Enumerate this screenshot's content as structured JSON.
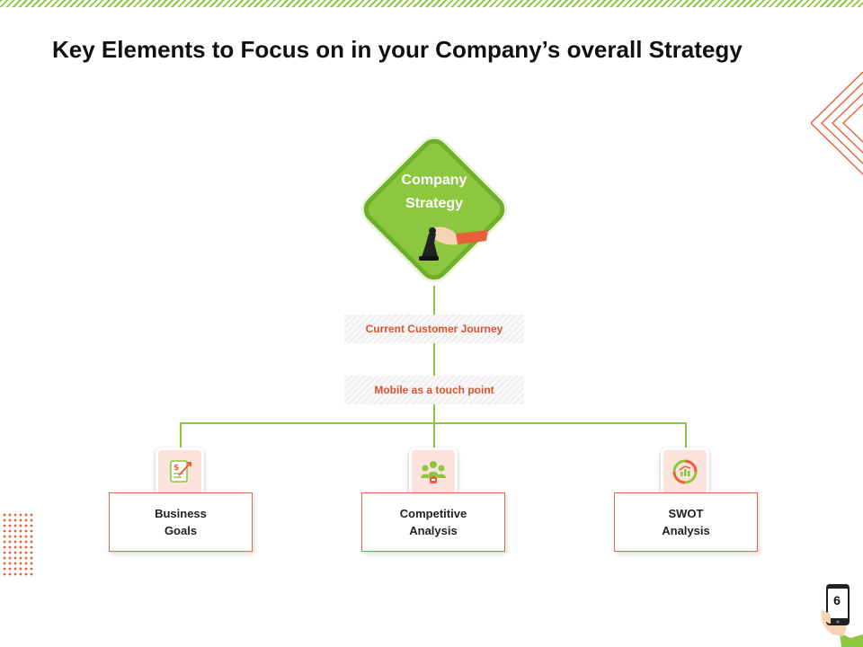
{
  "slide": {
    "title": "Key Elements to Focus on in your Company’s overall Strategy",
    "page_number": "6"
  },
  "center_node": {
    "label_line1": "Company",
    "label_line2": "Strategy",
    "icon": "hand-chess-piece-icon"
  },
  "steps": [
    {
      "label": "Current Customer Journey"
    },
    {
      "label": "Mobile as a touch point"
    }
  ],
  "elements": [
    {
      "line1": "Business",
      "line2": "Goals",
      "icon": "dollar-document-icon"
    },
    {
      "line1": "Competitive",
      "line2": "Analysis",
      "icon": "team-analysis-icon"
    },
    {
      "line1": "SWOT",
      "line2": "Analysis",
      "icon": "swot-cycle-icon"
    }
  ],
  "colors": {
    "green": "#8dc63f",
    "green_dark": "#6fae2a",
    "orange": "#e06a46",
    "label_orange": "#d9542c",
    "icon_tile": "#fbe3dc"
  }
}
